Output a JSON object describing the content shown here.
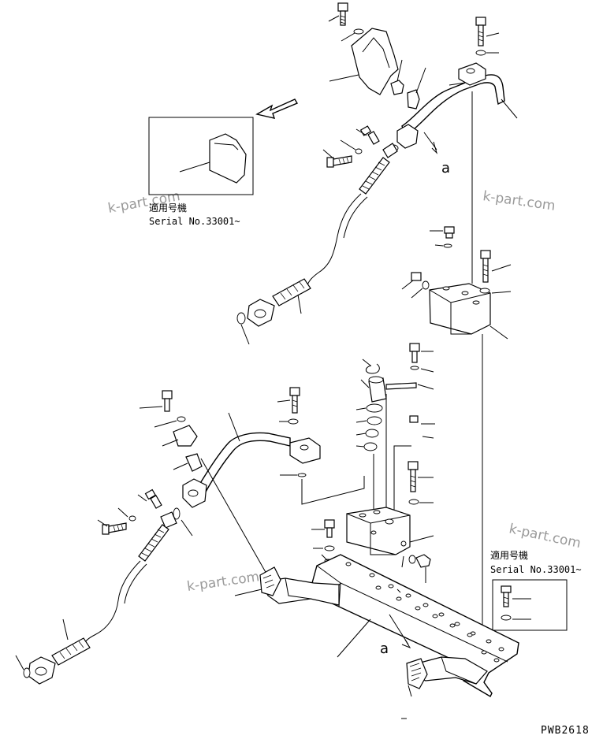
{
  "inset_top": {
    "applicability_label": "適用号機",
    "serial_text": "Serial No.33001~"
  },
  "inset_bottom": {
    "applicability_label": "適用号機",
    "serial_text": "Serial No.33001~"
  },
  "view_markers": {
    "upper": "a",
    "lower": "a"
  },
  "watermarks": [
    "k-part.com",
    "k-part.com",
    "k-part.com",
    "k-part.com"
  ],
  "drawing_code": "PWB2618",
  "icons": {
    "view_arrow": "hollow-arrow-icon",
    "bolt": "bolt-icon",
    "washer": "washer-icon",
    "o_ring": "o-ring-icon"
  }
}
